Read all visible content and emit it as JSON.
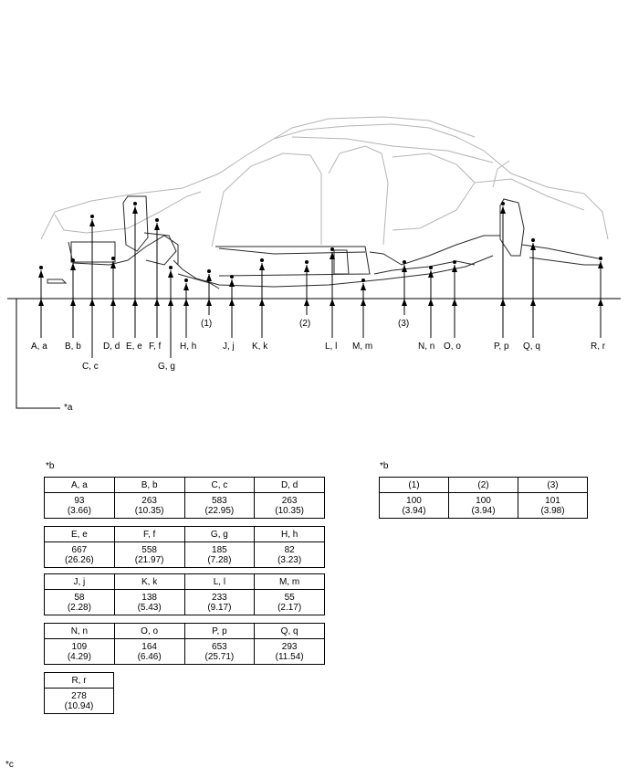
{
  "diagram": {
    "callouts": [
      {
        "id": "A",
        "label": "A, a"
      },
      {
        "id": "B",
        "label": "B, b"
      },
      {
        "id": "C",
        "label": "C, c"
      },
      {
        "id": "D",
        "label": "D, d"
      },
      {
        "id": "E",
        "label": "E, e"
      },
      {
        "id": "F",
        "label": "F, f"
      },
      {
        "id": "G",
        "label": "G, g"
      },
      {
        "id": "H",
        "label": "H, h"
      },
      {
        "id": "P1",
        "label": "(1)"
      },
      {
        "id": "J",
        "label": "J, j"
      },
      {
        "id": "K",
        "label": "K, k"
      },
      {
        "id": "P2",
        "label": "(2)"
      },
      {
        "id": "L",
        "label": "L, l"
      },
      {
        "id": "M",
        "label": "M, m"
      },
      {
        "id": "P3",
        "label": "(3)"
      },
      {
        "id": "N",
        "label": "N, n"
      },
      {
        "id": "O",
        "label": "O, o"
      },
      {
        "id": "P",
        "label": "P, p"
      },
      {
        "id": "Q",
        "label": "Q, q"
      },
      {
        "id": "R",
        "label": "R, r"
      }
    ],
    "datum_tag": "*a"
  },
  "tables": {
    "tag_left": "*b",
    "tag_right": "*b",
    "left_rows": [
      [
        {
          "h": "A, a",
          "v1": "93",
          "v2": "(3.66)"
        },
        {
          "h": "B, b",
          "v1": "263",
          "v2": "(10.35)"
        },
        {
          "h": "C, c",
          "v1": "583",
          "v2": "(22.95)"
        },
        {
          "h": "D, d",
          "v1": "263",
          "v2": "(10.35)"
        }
      ],
      [
        {
          "h": "E, e",
          "v1": "667",
          "v2": "(26.26)"
        },
        {
          "h": "F, f",
          "v1": "558",
          "v2": "(21.97)"
        },
        {
          "h": "G, g",
          "v1": "185",
          "v2": "(7.28)"
        },
        {
          "h": "H, h",
          "v1": "82",
          "v2": "(3.23)"
        }
      ],
      [
        {
          "h": "J, j",
          "v1": "58",
          "v2": "(2.28)"
        },
        {
          "h": "K, k",
          "v1": "138",
          "v2": "(5.43)"
        },
        {
          "h": "L, l",
          "v1": "233",
          "v2": "(9.17)"
        },
        {
          "h": "M, m",
          "v1": "55",
          "v2": "(2.17)"
        }
      ],
      [
        {
          "h": "N, n",
          "v1": "109",
          "v2": "(4.29)"
        },
        {
          "h": "O, o",
          "v1": "164",
          "v2": "(6.46)"
        },
        {
          "h": "P, p",
          "v1": "653",
          "v2": "(25.71)"
        },
        {
          "h": "Q, q",
          "v1": "293",
          "v2": "(11.54)"
        }
      ],
      [
        {
          "h": "R, r",
          "v1": "278",
          "v2": "(10.94)"
        }
      ]
    ],
    "right_rows": [
      [
        {
          "h": "(1)",
          "v1": "100",
          "v2": "(3.94)"
        },
        {
          "h": "(2)",
          "v1": "100",
          "v2": "(3.94)"
        },
        {
          "h": "(3)",
          "v1": "101",
          "v2": "(3.98)"
        }
      ]
    ]
  },
  "footer_tag": "*c"
}
